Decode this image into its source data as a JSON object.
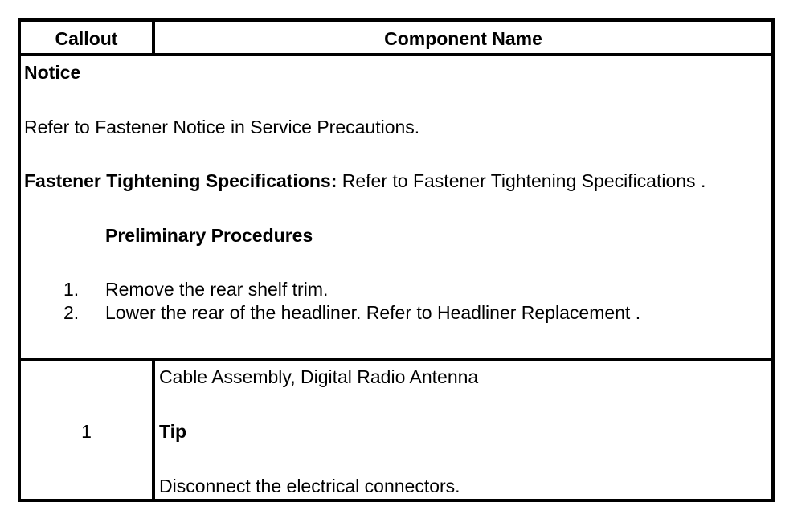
{
  "header": {
    "callout": "Callout",
    "component_name": "Component Name"
  },
  "notice": {
    "heading": "Notice",
    "text": "Refer to Fastener Notice in Service Precautions.",
    "spec_label": "Fastener Tightening Specifications:",
    "spec_text": " Refer to Fastener Tightening Specifications .",
    "prelim_heading": "Preliminary Procedures",
    "steps": [
      {
        "num": "1.",
        "text": "Remove the rear shelf trim."
      },
      {
        "num": "2.",
        "text": "Lower the rear of the headliner. Refer to Headliner Replacement ."
      }
    ]
  },
  "rows": [
    {
      "callout": "1",
      "name": "Cable Assembly, Digital Radio Antenna",
      "tip_heading": "Tip",
      "tip_text": "Disconnect the electrical connectors."
    }
  ]
}
